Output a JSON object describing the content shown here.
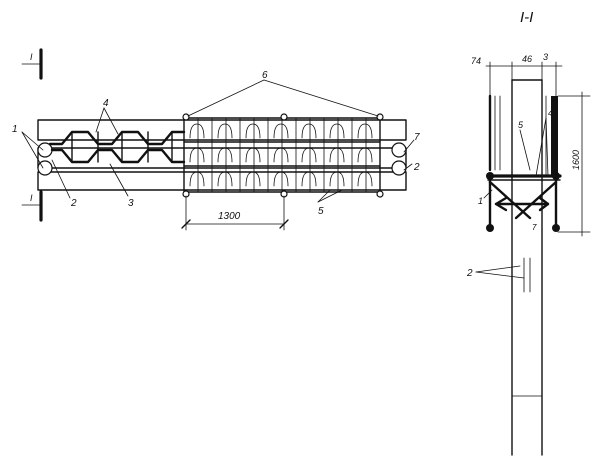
{
  "section_title": "I-I",
  "section_marks": {
    "top": "I",
    "bottom": "I"
  },
  "plan": {
    "callouts": {
      "c1": "1",
      "c2": "2",
      "c3": "3",
      "c4": "4",
      "c5": "5",
      "c6": "6",
      "c7": "7",
      "c2b": "2"
    },
    "dimension": "1300"
  },
  "section": {
    "dim_left": "74",
    "dim_mid": "46",
    "dim_height": "1600",
    "callouts": {
      "c3": "3",
      "c5": "5",
      "c4": "4",
      "c1": "1",
      "c2": "2",
      "c7": "7"
    }
  }
}
